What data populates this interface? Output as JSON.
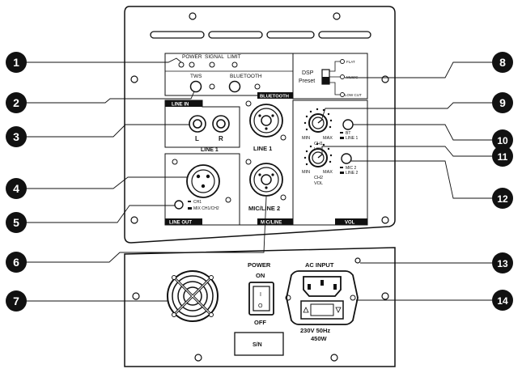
{
  "labels": {
    "power": "POWER",
    "signal": "SIGNAL",
    "limit": "LIMIT",
    "tws": "TWS",
    "bluetooth": "BLUETOOTH",
    "bluetooth_tab": "BLUETOOTH",
    "dsp": "DSP",
    "preset": "Preset",
    "flat": "FLAT",
    "music": "MUSIC",
    "lowcut": "LOW CUT",
    "line_in": "LINE IN",
    "l": "L",
    "r": "R",
    "line1_rca": "LINE 1",
    "line1_combo": "LINE 1",
    "mic_line2": "MIC/LINE 2",
    "ch1_tag": "CH1",
    "mix_tag": "MIX CH1/CH2",
    "line_out": "LINE OUT",
    "mic_line_tab": "MIC/LINE",
    "min1": "MIN",
    "max1": "MAX",
    "ch1_vol_a": "CH1",
    "ch1_vol_b": "VOL",
    "bt_tag": "BT",
    "line1_tag": "LINE 1",
    "min2": "MIN",
    "max2": "MAX",
    "ch2_vol_a": "CH2",
    "ch2_vol_b": "VOL",
    "mic2_tag": "MIC 2",
    "line2_tag": "LINE 2",
    "vol": "VOL",
    "power_sw": "POWER",
    "on": "ON",
    "off": "OFF",
    "switch_i": "I",
    "switch_o": "O",
    "ac_input": "AC INPUT",
    "voltage": "230V 50Hz",
    "wattage": "450W",
    "sn": "S/N"
  },
  "callouts": [
    "1",
    "2",
    "3",
    "4",
    "5",
    "6",
    "7",
    "8",
    "9",
    "10",
    "11",
    "12",
    "13",
    "14"
  ]
}
